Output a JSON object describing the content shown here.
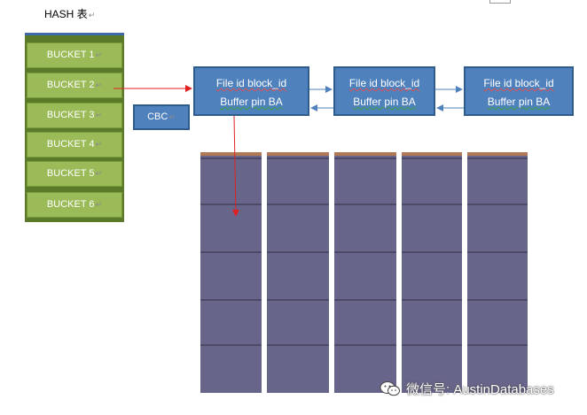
{
  "title": "HASH  表",
  "return_mark": "↵",
  "buckets": [
    "BUCKET 1",
    "BUCKET 2",
    "BUCKET 3",
    "BUCKET 4",
    "BUCKET 5",
    "BUCKET 6"
  ],
  "nodes": [
    {
      "line1": "File id block_id",
      "line2": "Buffer pin   BA"
    },
    {
      "line1": "File id block_id",
      "line2": "Buffer pin   BA"
    },
    {
      "line1": "File id block_id",
      "line2": "Buffer pin   BA"
    }
  ],
  "cbc": "CBC",
  "watermark": "微信号: AustinDatabases",
  "colors": {
    "bucket_fill": "#9bbb59",
    "node_fill": "#4f81bd",
    "buffer_fill": "#68658a",
    "link_arrow": "#4f81bd",
    "pointer_arrow": "#e02020"
  }
}
